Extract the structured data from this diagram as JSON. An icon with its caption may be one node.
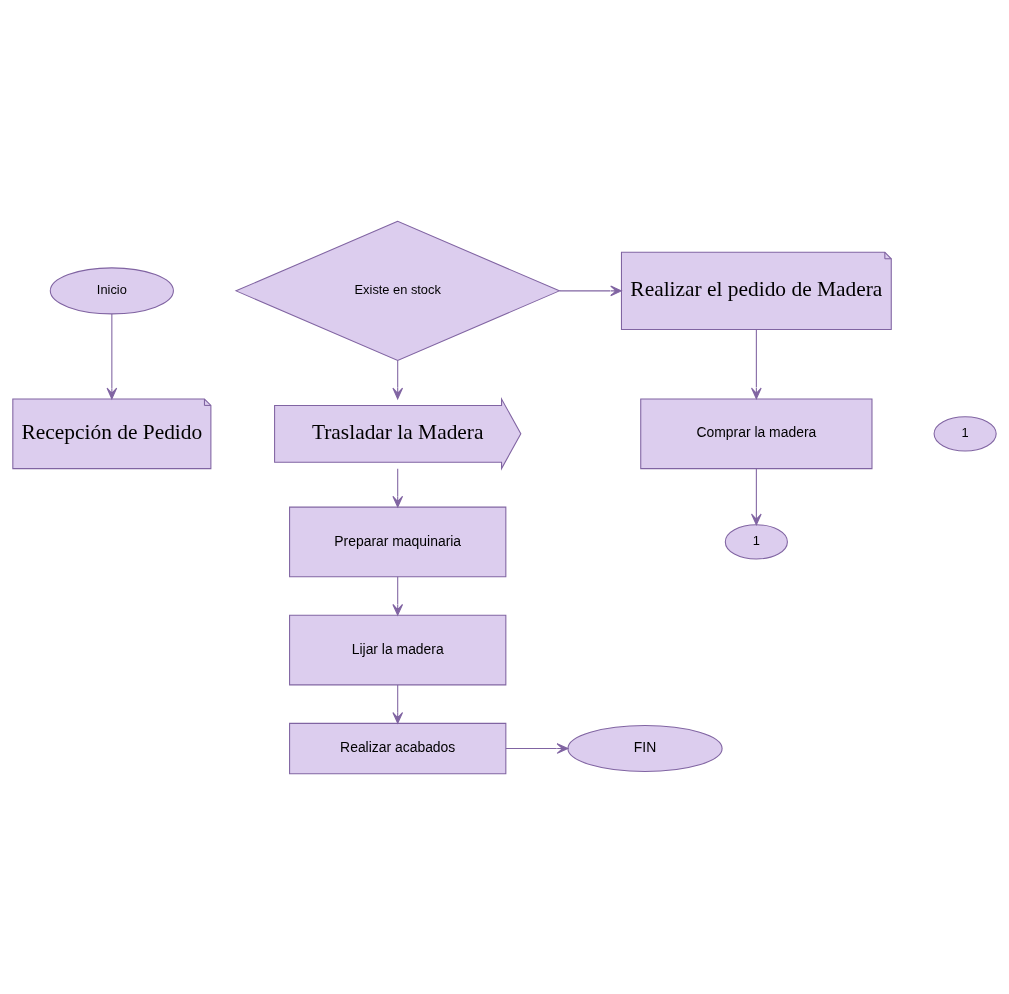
{
  "diagram": {
    "nodes": [
      {
        "text": [
          "Inicio"
        ]
      },
      {
        "text": [
          "Recepción de Pedido"
        ]
      },
      {
        "text": [
          "Existe en stock"
        ]
      },
      {
        "text": [
          "Realizar el pedido de Madera"
        ]
      },
      {
        "text": [
          "1"
        ]
      },
      {
        "text": [
          "Comprar la madera"
        ]
      },
      {
        "text": [
          "Trasladar la Madera"
        ]
      },
      {
        "text": [
          "1"
        ]
      },
      {
        "text": [
          "Preparar maquinaria"
        ]
      },
      {
        "text": [
          "Lijar la madera"
        ]
      },
      {
        "text": [
          "Realizar acabados"
        ]
      },
      {
        "text": [
          "FIN"
        ]
      }
    ],
    "edges": [
      {
        "from": 0,
        "to": 1,
        "arrow": "to"
      },
      {
        "from": 2,
        "to": 3,
        "arrow": "to"
      },
      {
        "from": 2,
        "to": 6,
        "arrow": "to"
      },
      {
        "from": 3,
        "to": 5,
        "arrow": "to"
      },
      {
        "from": 5,
        "to": 7,
        "arrow": "to"
      },
      {
        "from": 6,
        "to": 8,
        "arrow": "to"
      },
      {
        "from": 8,
        "to": 9,
        "arrow": "to"
      },
      {
        "from": 9,
        "to": 10,
        "arrow": "to"
      },
      {
        "from": 10,
        "to": 11,
        "arrow": "to"
      }
    ]
  }
}
